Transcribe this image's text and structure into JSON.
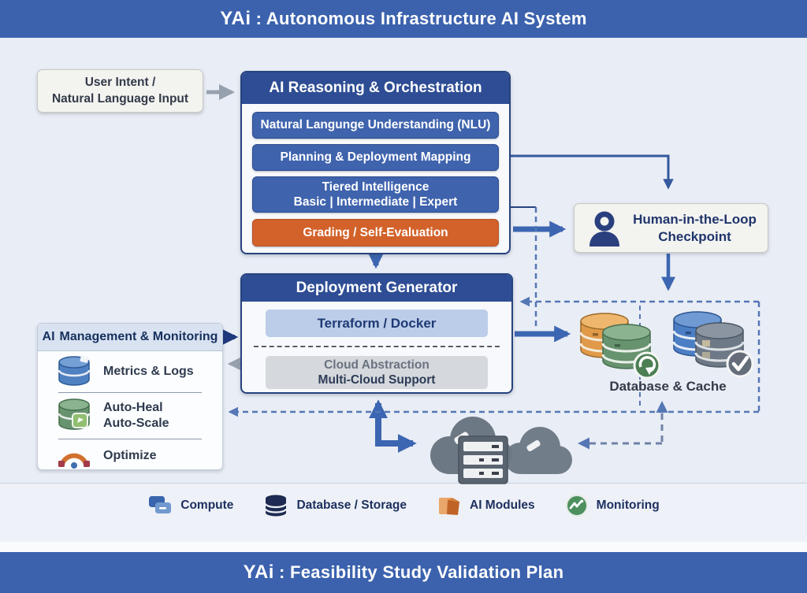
{
  "banner_top": {
    "product": "YAi",
    "title": ": Autonomous Infrastructure AI System"
  },
  "banner_bottom": {
    "product": "YAi",
    "title": ": Feasibility Study Validation Plan"
  },
  "user_intent": {
    "line1": "User Intent /",
    "line2": "Natural Language Input"
  },
  "reasoning": {
    "title": "AI Reasoning & Orchestration",
    "modules": [
      {
        "label": "Natural Langunge Understanding (NLU)",
        "color": "blue"
      },
      {
        "label": "Planning & Deployment Mapping",
        "color": "blue"
      },
      {
        "label": "Tiered Intelligence",
        "label2": "Basic | Intermediate | Expert",
        "color": "blue"
      },
      {
        "label": "Grading / Self-Evaluation",
        "color": "orange"
      }
    ]
  },
  "hitl": {
    "icon": "person-icon",
    "line1": "Human-in-the-Loop",
    "line2": "Checkpoint"
  },
  "deployment": {
    "title": "Deployment Generator",
    "terraform": "Terraform / Docker",
    "cloud_line1": "Cloud Abstraction",
    "cloud_line2": "Multi-Cloud Support"
  },
  "management": {
    "title_prefix": "AI",
    "title_rest": "Management & Monitoring",
    "items": [
      {
        "icon": "database-blue-icon",
        "line1": "Metrics & Logs"
      },
      {
        "icon": "database-green-icon",
        "line1": "Auto-Heal",
        "line2": "Auto-Scale"
      },
      {
        "icon": "gauge-icon",
        "line1": "Optimize"
      }
    ]
  },
  "database_cache": {
    "label": "Database & Cache",
    "icons": [
      "database-orange-icon",
      "database-green-icon",
      "database-blue-icon",
      "database-gray-icon"
    ],
    "badges": [
      "refresh-badge",
      "check-badge"
    ]
  },
  "clouds": {
    "icon": "cloud-servers-icon"
  },
  "legend": {
    "items": [
      {
        "icon": "compute-icon",
        "label": "Compute"
      },
      {
        "icon": "database-icon",
        "label": "Database / Storage"
      },
      {
        "icon": "ai-modules-icon",
        "label": "AI Modules"
      },
      {
        "icon": "monitoring-icon",
        "label": "Monitoring"
      }
    ]
  },
  "colors": {
    "banner-blue": "#3c62ae",
    "panel-header-blue": "#2e4d94",
    "module-blue": "#3f63ad",
    "accent-orange": "#d2622a",
    "light-blue-fill": "#bccde9",
    "light-gray-fill": "#d5d8dc",
    "bg": "#e9edf5",
    "cloud-slate": "#6d7885",
    "arrow-blue": "#3c66b1",
    "dashed-blue": "#5577b5",
    "arrow-gray": "#97a1ad"
  }
}
